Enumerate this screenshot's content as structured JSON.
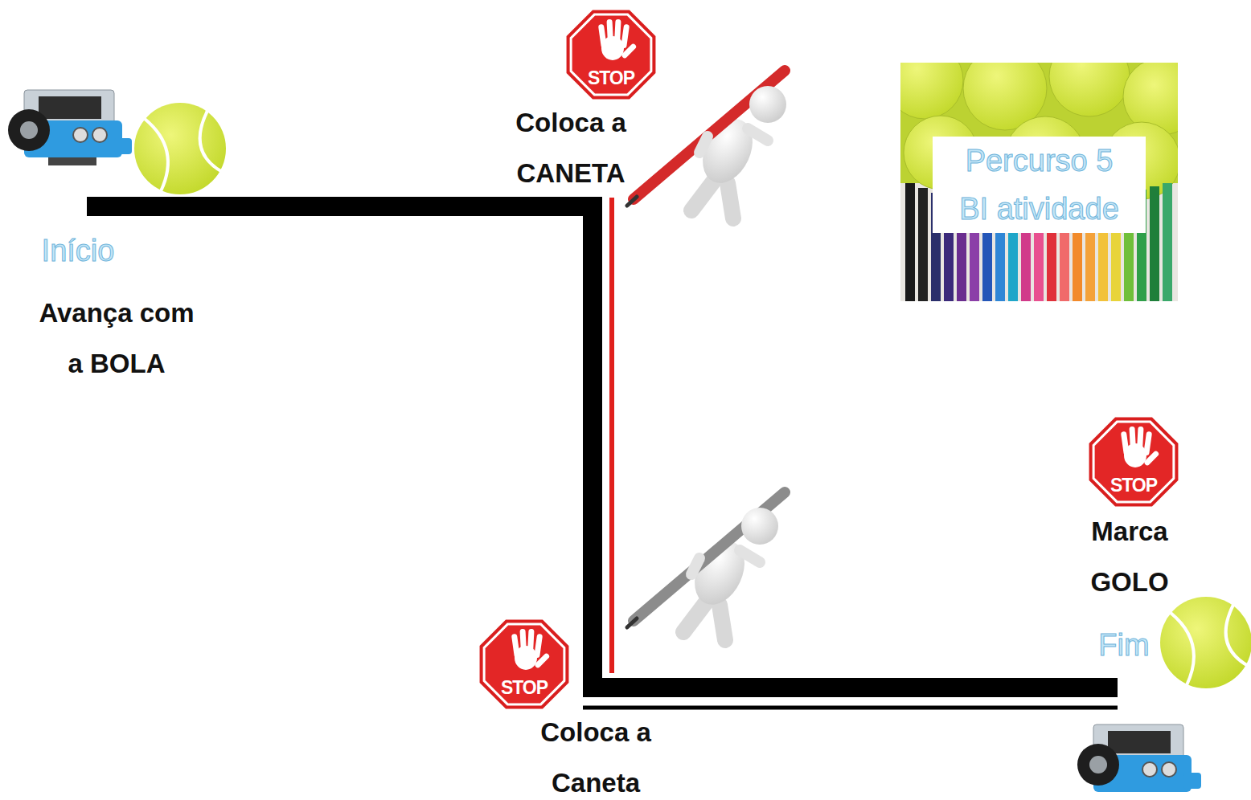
{
  "diagram": {
    "nodes": [
      {
        "text": [
          "STOP"
        ]
      },
      {
        "text": [
          "Percurso 5",
          "BI atividade"
        ]
      },
      {
        "text": [
          "STOP"
        ]
      },
      {
        "text": [
          "STOP"
        ]
      }
    ],
    "labels": [
      "Início",
      "Avança com a BOLA",
      "Coloca a CANETA",
      "Marca GOLO",
      "Fim",
      "Coloca a Caneta"
    ]
  }
}
